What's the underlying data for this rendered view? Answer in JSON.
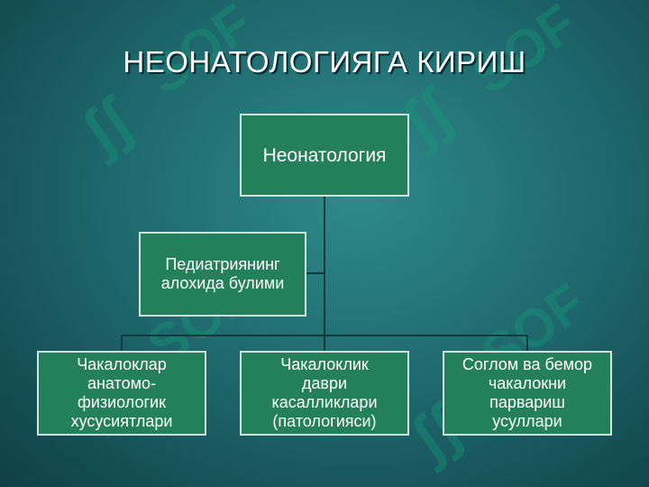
{
  "title": "НЕОНАТОЛОГИЯГА КИРИШ",
  "diagram": {
    "root": "Неонатология",
    "side": "Педиатриянинг\nалохида булими",
    "children": [
      "Чакалоклар\nанатомо-\nфизиологик\nхусусиятлари",
      "Чакалоклик\nдаври\nкасалликлари\n(патологияси)",
      "Соглом ва бемор\nчакалокни\nпарвариш\nусуллари"
    ]
  },
  "colors": {
    "node_fill": "#23805a",
    "node_border": "#cfe6dc",
    "connector": "#0e3a3c"
  }
}
